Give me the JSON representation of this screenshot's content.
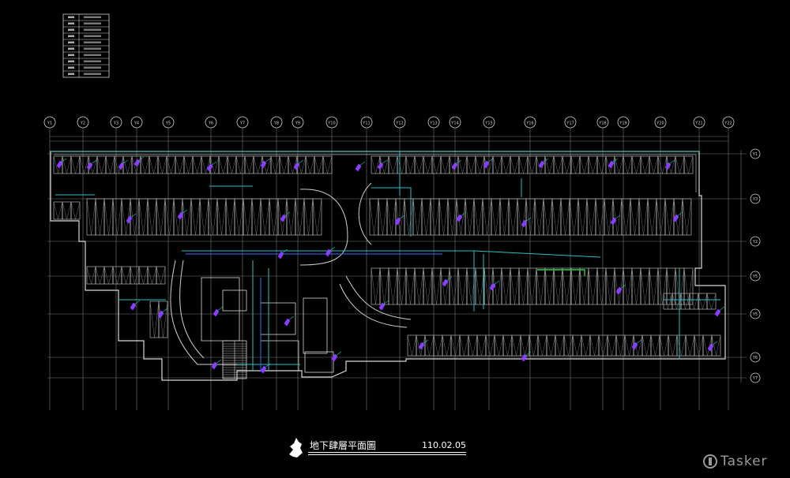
{
  "drawing": {
    "title": "地下肆層平面圖",
    "date": "110.02.05"
  },
  "grid": {
    "columns": [
      "Y1",
      "Y2",
      "Y3",
      "Y4",
      "Y5",
      "Y6",
      "Y7",
      "Y8",
      "Y9",
      "Y10",
      "Y11",
      "Y12",
      "Y13",
      "Y14",
      "Y15",
      "Y16",
      "Y17",
      "Y18",
      "Y19",
      "Y20",
      "Y21",
      "Y22"
    ],
    "rows": [
      "Y1",
      "Y3",
      "Y2",
      "Y5",
      "Y5",
      "Y6",
      "Y7"
    ]
  },
  "legend": {
    "row_count": 10
  },
  "watermark": {
    "text": "Tasker"
  },
  "colors": {
    "background": "#000000",
    "wall": "#d8d8d8",
    "grid": "#8a8a8a",
    "duct": "#27c2c2",
    "annotation": "#8b3cff",
    "pipe_green": "#2ecc40",
    "pipe_blue": "#3a6cff"
  }
}
